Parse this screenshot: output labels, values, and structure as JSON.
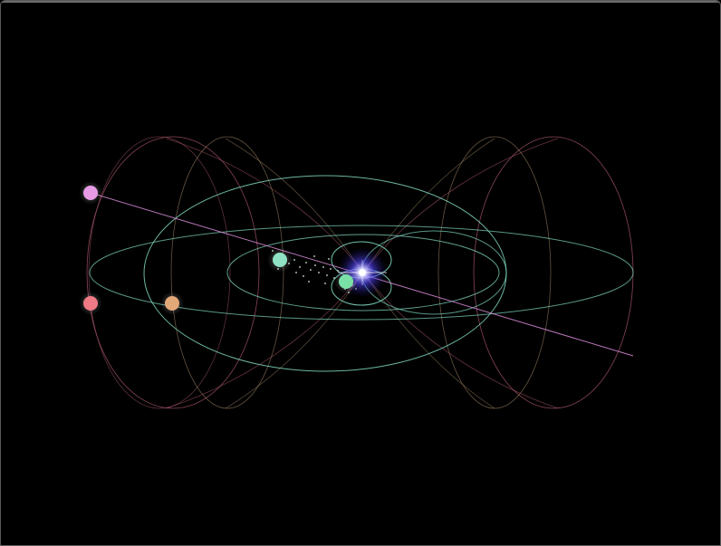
{
  "scene": {
    "background": "#000000",
    "frame_color": "#5a5a5a",
    "colors": {
      "orbit_green": "#7fd6bf",
      "orbit_pink": "#c0667c",
      "orbit_olive": "#b39a73",
      "sight_line": "#d98bd8",
      "star_core": "#ffffff",
      "star_glow": "#6a5cff",
      "dust": "#cfe3d9"
    },
    "bodies": [
      {
        "name": "planet-violet",
        "color": "#e79be6"
      },
      {
        "name": "planet-red",
        "color": "#f07a86"
      },
      {
        "name": "planet-amber",
        "color": "#e3a878"
      },
      {
        "name": "planet-mint-large",
        "color": "#8fe3c4"
      },
      {
        "name": "planet-mint-small",
        "color": "#79e0a6"
      }
    ],
    "central_star": {
      "name": "central-star",
      "glow_color": "#5346ff"
    }
  }
}
